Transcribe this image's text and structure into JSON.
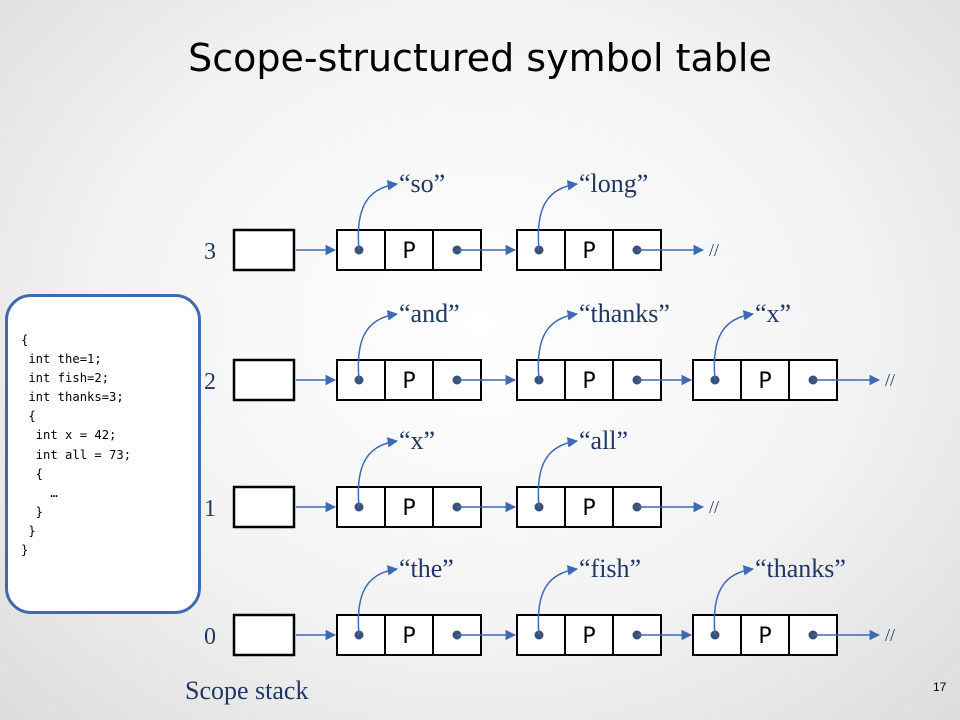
{
  "title": "Scope-structured symbol table",
  "code_lines": [
    "{",
    " int the=1;",
    " int fish=2;",
    " int thanks=3;",
    " {",
    "  int x = 42;",
    "  int all = 73;",
    "  {",
    "    …",
    "  }",
    " }",
    "}"
  ],
  "scopes": [
    {
      "level": "3",
      "entries": [
        "“so”",
        "“long”"
      ],
      "cell_label": "P",
      "terminator": "//"
    },
    {
      "level": "2",
      "entries": [
        "“and”",
        "“thanks”",
        "“x”"
      ],
      "cell_label": "P",
      "terminator": "//"
    },
    {
      "level": "1",
      "entries": [
        "“x”",
        "“all”"
      ],
      "cell_label": "P",
      "terminator": "//"
    },
    {
      "level": "0",
      "entries": [
        "“the”",
        "“fish”",
        "“thanks”"
      ],
      "cell_label": "P",
      "terminator": "//"
    }
  ],
  "caption": "Scope stack",
  "page_number": "17",
  "colors": {
    "accent": "#3d6ab0",
    "node_dot": "#3b5278",
    "label": "#1f3864"
  }
}
